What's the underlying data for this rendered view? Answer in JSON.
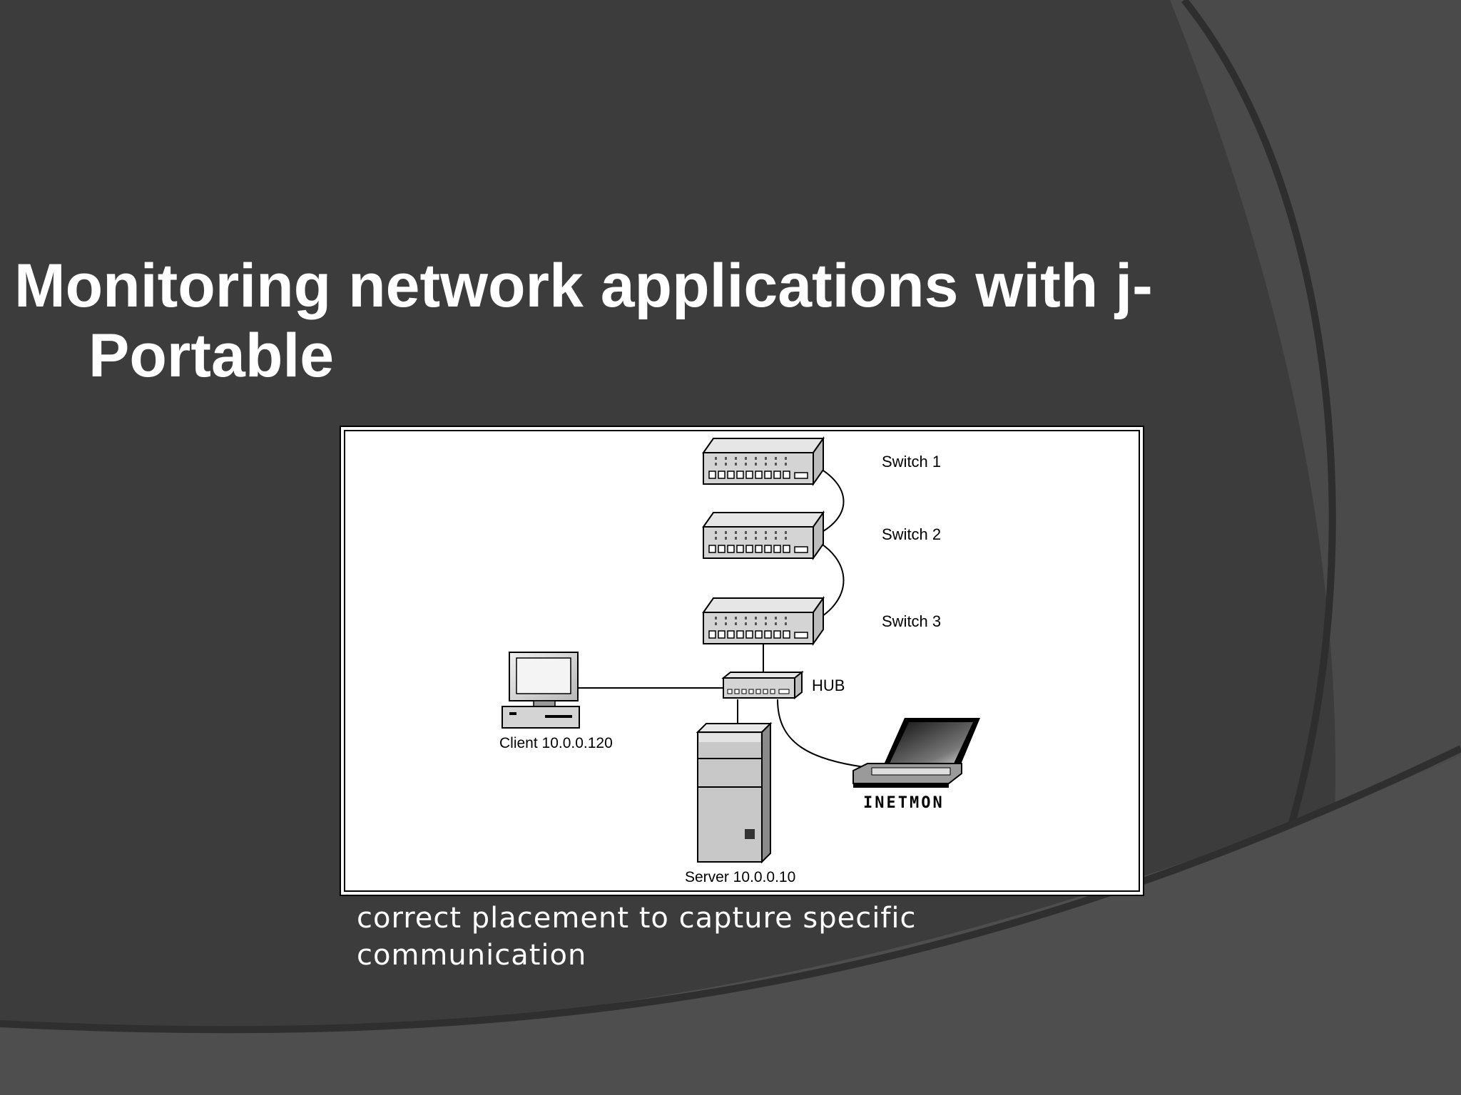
{
  "slide": {
    "title_line1": "Monitoring network applications with j-",
    "title_line2": "Portable",
    "caption": "correct placement to capture specific communication"
  },
  "diagram": {
    "switches": [
      {
        "label": "Switch 1"
      },
      {
        "label": "Switch 2"
      },
      {
        "label": "Switch 3"
      }
    ],
    "hub_label": "HUB",
    "client_label": "Client 10.0.0.120",
    "server_label": "Server 10.0.0.10",
    "laptop_brand": "INETMON"
  },
  "colors": {
    "background": "#3a3a3a",
    "arc_dark": "#333333",
    "arc_light": "#4a4a4a",
    "text": "#ffffff"
  }
}
